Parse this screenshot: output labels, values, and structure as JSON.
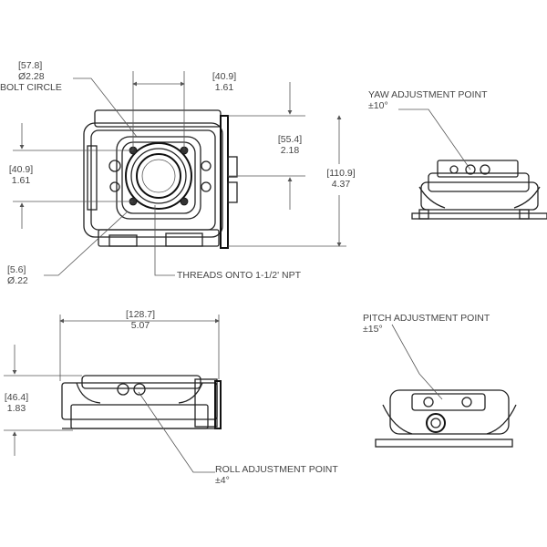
{
  "top_view": {
    "bolt_circle": {
      "metric": "[57.8]",
      "imperial": "Ø2.28",
      "caption": "BOLT CIRCLE"
    },
    "width_top": {
      "metric": "[40.9]",
      "imperial": "1.61"
    },
    "height_left": {
      "metric": "[40.9]",
      "imperial": "1.61"
    },
    "height_mid": {
      "metric": "[55.4]",
      "imperial": "2.18"
    },
    "height_total": {
      "metric": "[110.9]",
      "imperial": "4.37"
    },
    "hole": {
      "metric": "[5.6]",
      "imperial": "Ø.22"
    },
    "threads": "THREADS ONTO 1-1/2' NPT"
  },
  "side_view": {
    "width": {
      "metric": "[128.7]",
      "imperial": "5.07"
    },
    "height": {
      "metric": "[46.4]",
      "imperial": "1.83"
    },
    "roll": {
      "label": "ROLL ADJUSTMENT POINT",
      "range": "±4°"
    }
  },
  "yaw_view": {
    "label": "YAW ADJUSTMENT POINT",
    "range": "±10°"
  },
  "pitch_view": {
    "label": "PITCH ADJUSTMENT POINT",
    "range": "±15°"
  }
}
